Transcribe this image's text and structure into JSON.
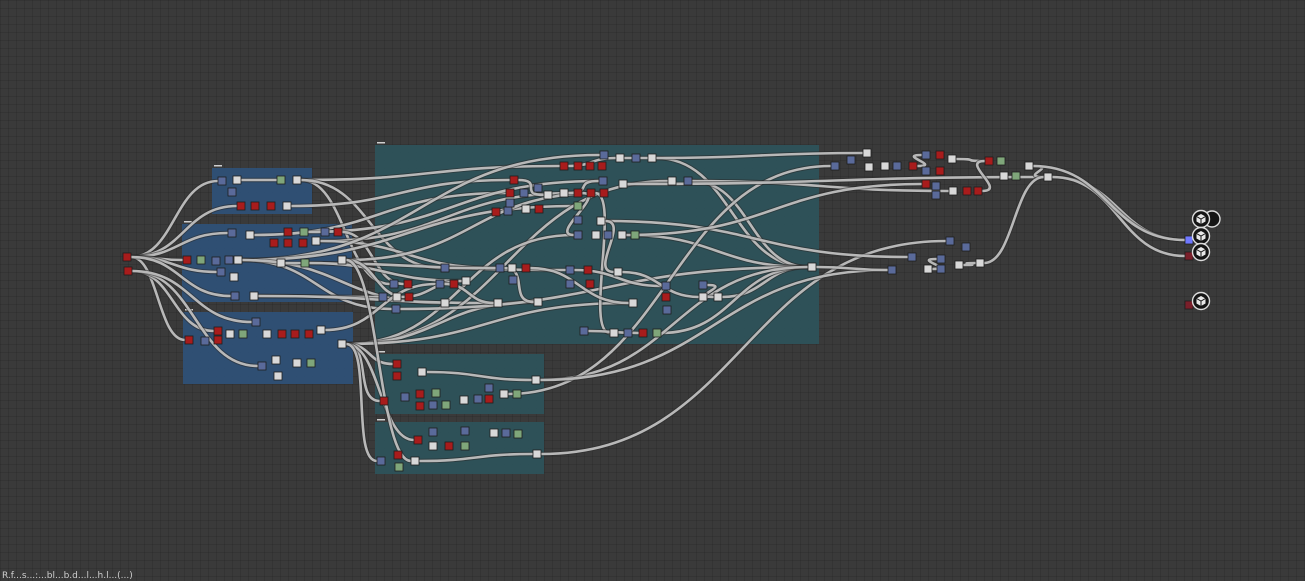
{
  "window": {
    "title": ""
  },
  "status_bar": {
    "text": "R.f...s...:...bl...b.d...l...h.l...(...)"
  },
  "colors": {
    "background": "#3a3a3a",
    "frame_blue": "#2f5178",
    "frame_teal": "#2e545b",
    "wire": "#b8b8b8",
    "port_white": "#d8d8d8",
    "port_blue": "#5a6a9a",
    "port_red": "#a81c1c",
    "port_green": "#7fa67a",
    "output_icon_bg": "#151515"
  },
  "frames": [
    {
      "id": "frame-a",
      "color": "blue",
      "label": ""
    },
    {
      "id": "frame-b",
      "color": "blue",
      "label": ""
    },
    {
      "id": "frame-c",
      "color": "blue",
      "label": ""
    },
    {
      "id": "frame-d",
      "color": "teal",
      "label": ""
    },
    {
      "id": "frame-e",
      "color": "teal",
      "label": ""
    },
    {
      "id": "frame-f",
      "color": "teal",
      "label": ""
    }
  ],
  "output_nodes": [
    {
      "icon": "cube-output-icon"
    },
    {
      "icon": "cube-output-icon"
    },
    {
      "icon": "cube-output-icon"
    },
    {
      "icon": "cube-output-icon"
    }
  ]
}
